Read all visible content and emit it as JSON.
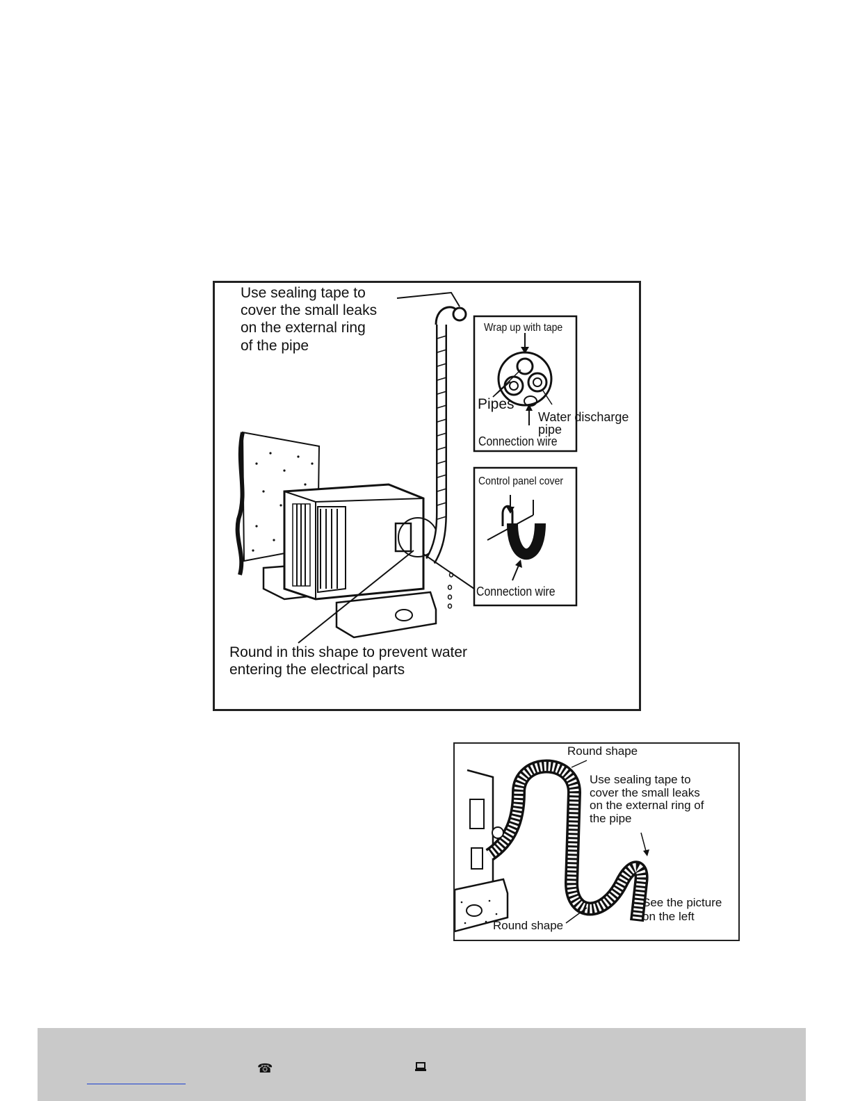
{
  "figure1": {
    "label_tape": "Use sealing tape to\ncover the small leaks\non the external ring\nof the pipe",
    "label_round": "Round in this shape to prevent water\nentering the electrical parts",
    "inset_top": {
      "title": "Wrap up with tape",
      "pipes": "Pipes",
      "water": "Water discharge\npipe",
      "wire": "Connection wire"
    },
    "inset_bottom": {
      "title": "Control panel cover",
      "wire": "Connection wire"
    }
  },
  "figure2": {
    "round_top": "Round shape",
    "tape": "Use sealing tape to\ncover the small leaks\non the external ring of\nthe pipe",
    "see_left": "See the picture\non the left",
    "round_bottom": "Round shape"
  },
  "footer": {
    "phone_icon": "telephone-icon",
    "computer_icon": "laptop-icon",
    "link_color": "#1a3fcf",
    "footer_color": "#c9c9c9"
  }
}
